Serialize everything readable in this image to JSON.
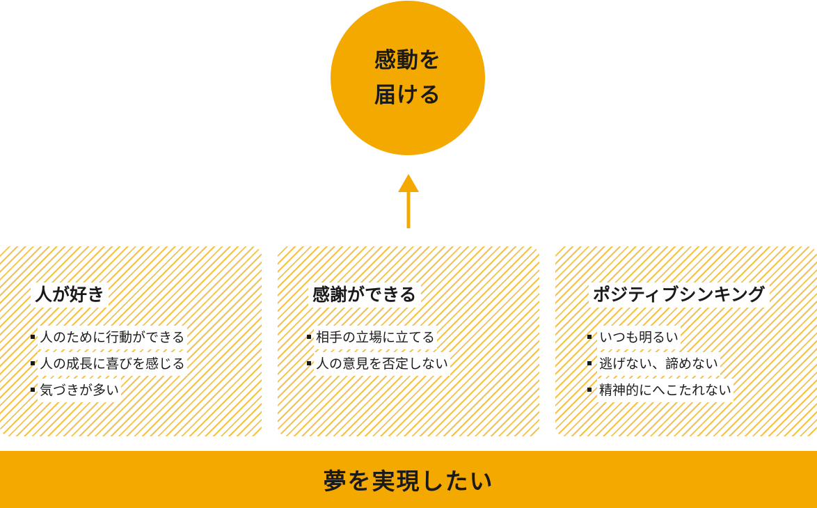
{
  "goal": {
    "lines": [
      "感動を",
      "届ける"
    ]
  },
  "cards": [
    {
      "title": "人が好き",
      "items": [
        "人のために行動ができる",
        "人の成長に喜びを感じる",
        "気づきが多い"
      ]
    },
    {
      "title": "感謝ができる",
      "items": [
        "相手の立場に立てる",
        "人の意見を否定しない"
      ]
    },
    {
      "title": "ポジティブシンキング",
      "items": [
        "いつも明るい",
        "逃げない、諦めない",
        "精神的にへこたれない"
      ]
    }
  ],
  "foundation": {
    "label": "夢を実現したい"
  },
  "colors": {
    "accent": "#f4a900",
    "hatch": "#f4c24a",
    "text": "#1a1a1a"
  }
}
